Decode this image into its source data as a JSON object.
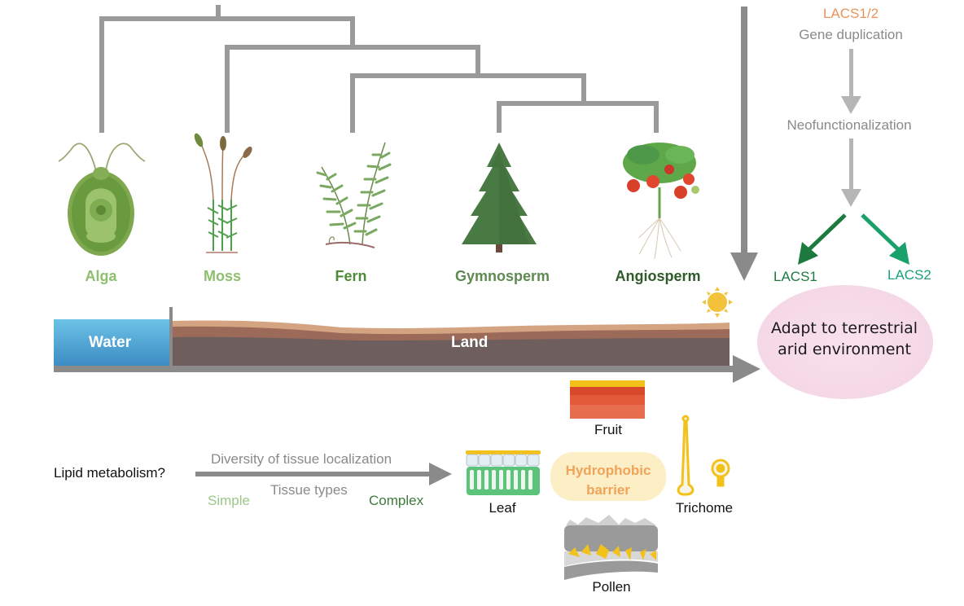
{
  "phylogeny": {
    "taxa": [
      {
        "name": "Alga",
        "color": "#8dbf6e"
      },
      {
        "name": "Moss",
        "color": "#8dbf6e"
      },
      {
        "name": "Fern",
        "color": "#4f8a3a"
      },
      {
        "name": "Gymnosperm",
        "color": "#5e8a52"
      },
      {
        "name": "Angiosperm",
        "color": "#2f5a2a"
      }
    ]
  },
  "environment": {
    "water_label": "Water",
    "land_label": "Land"
  },
  "gene_evolution": {
    "gene_label": "LACS1/2",
    "gene_color": "#e8945a",
    "step1": "Gene duplication",
    "step2": "Neofunctionalization",
    "branch1": {
      "label": "LACS1",
      "color": "#1d7a3e"
    },
    "branch2": {
      "label": "LACS2",
      "color": "#1aa07a"
    }
  },
  "outcome": {
    "line1": "Adapt to terrestrial",
    "line2": "arid environment",
    "fill": "#f7dce8"
  },
  "lipid": {
    "question": "Lipid metabolism?",
    "arrow_top": "Diversity of tissue localization",
    "arrow_bottom": "Tissue types",
    "simple": "Simple",
    "complex": "Complex"
  },
  "barrier": {
    "line1": "Hydrophobic",
    "line2": "barrier",
    "tissues": {
      "fruit": "Fruit",
      "leaf": "Leaf",
      "trichome": "Trichome",
      "pollen": "Pollen"
    }
  }
}
